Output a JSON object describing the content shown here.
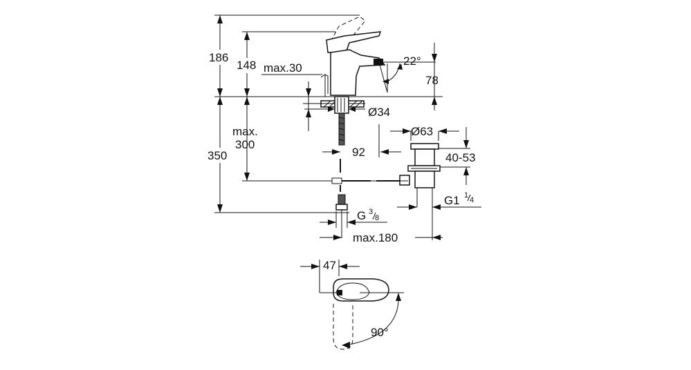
{
  "dimensions": {
    "total_height": "186",
    "spout_height": "148",
    "pop_up_max": "max.30",
    "spout_angle": "22°",
    "outlet_height": "78",
    "hole_diameter": "Ø34",
    "max_label": "max.",
    "max_thickness": "300",
    "base_to_supply": "350",
    "waste_center": "92",
    "waste_diameter": "Ø63",
    "waste_range": "40-53",
    "waste_thread_base": "G1",
    "waste_thread_num": "1",
    "waste_thread_den": "4",
    "supply_thread_base": "G",
    "supply_thread_num": "3",
    "supply_thread_den": "8",
    "max_reach": "max.180",
    "lever_offset": "47",
    "lever_rotation": "90°"
  }
}
